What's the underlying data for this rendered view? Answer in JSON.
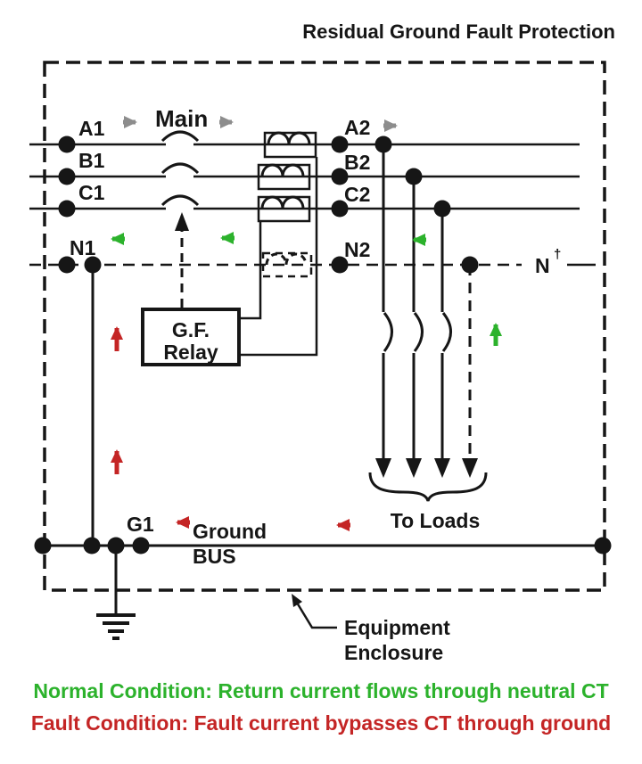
{
  "title": "Residual Ground Fault Protection",
  "colors": {
    "ink": "#161616",
    "green": "#2cb22c",
    "red": "#c42525",
    "gray": "#8d8d8d",
    "background": "#ffffff"
  },
  "diagram": {
    "main_label": "Main",
    "terminals": {
      "a1": "A1",
      "b1": "B1",
      "c1": "C1",
      "n1": "N1",
      "a2": "A2",
      "b2": "B2",
      "c2": "C2",
      "n2": "N2",
      "g1": "G1"
    },
    "neutral_label": "N",
    "neutral_superscript": "†",
    "relay": {
      "line1": "G.F.",
      "line2": "Relay"
    },
    "ground_bus": {
      "line1": "Ground",
      "line2": "BUS"
    },
    "to_loads_label": "To Loads",
    "enclosure": {
      "line1": "Equipment",
      "line2": "Enclosure"
    }
  },
  "legend": {
    "normal": "Normal Condition: Return current flows through neutral CT",
    "fault": "Fault Condition: Fault current bypasses CT through ground"
  }
}
